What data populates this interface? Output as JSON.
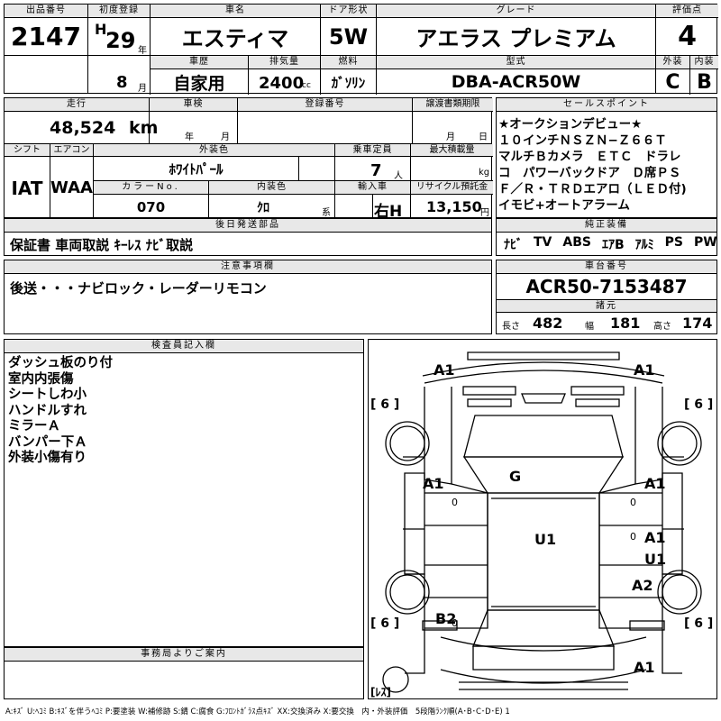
{
  "header": {
    "lot_label": "出品番号",
    "lot": "2147",
    "first_reg_label": "初度登録",
    "era": "H",
    "year": "29",
    "year_unit": "年",
    "month": "8",
    "month_unit": "月",
    "name_label": "車名",
    "name": "エスティマ",
    "door_label": "ドア形状",
    "door": "5W",
    "grade_label": "グレード",
    "grade": "アエラス プレミアム",
    "score_label": "評価点",
    "score": "4",
    "history_label": "車歴",
    "history": "自家用",
    "disp_label": "排気量",
    "disp": "2400",
    "disp_unit": "cc",
    "fuel_label": "燃料",
    "fuel": "ｶﾞｿﾘﾝ",
    "model_label": "型式",
    "model": "DBA-ACR50W",
    "ext_label": "外装",
    "int_label": "内装",
    "ext_grade": "C",
    "int_grade": "B"
  },
  "row2": {
    "mileage_label": "走行",
    "mileage": "48,524",
    "mileage_unit": "km",
    "inspect_label": "車検",
    "inspect_year": "年",
    "inspect_month": "月",
    "regno_label": "登録番号",
    "transfer_label": "譲渡書類期限",
    "transfer_month": "月",
    "transfer_day": "日",
    "shift_label": "シフト",
    "shift": "IAT",
    "ac_label": "エアコン",
    "ac": "WAA",
    "color_label": "外装色",
    "color": "ﾎﾜｲﾄﾊﾟｰﾙ",
    "seats_label": "乗車定員",
    "seats": "7",
    "seats_unit": "人",
    "load_label": "最大積載量",
    "load_unit": "kg",
    "colorno_label": "カラーNo.",
    "colorno": "070",
    "intcolor_label": "内装色",
    "intcolor": "ｸﾛ",
    "intcolor_unit": "系",
    "import_label": "輸入車",
    "steering": "右H",
    "recycle_label": "リサイクル預託金",
    "recycle": "13,150",
    "recycle_unit": "円"
  },
  "sales": {
    "label": "セールスポイント",
    "lines": [
      "★オークションデビュー★",
      "１０インチＮＳＺＮ−Ｚ６６Ｔ",
      "マルチＢカメラ　ＥＴＣ　ドラレ",
      "コ　パワーバックドア　Ｄ席ＰＳ",
      "Ｆ／Ｒ・ＴＲＤエアロ（ＬＥＤ付)",
      "イモビ+オートアラーム"
    ]
  },
  "equip": {
    "label": "純正装備",
    "items": [
      "ﾅﾋﾞ",
      "TV",
      "ABS",
      "ｴｱB",
      "ｱﾙﾐ",
      "PS",
      "PW"
    ]
  },
  "parts": {
    "label": "後日発送部品",
    "text": "保証書 車両取説 ｷｰﾚｽ ﾅﾋﾞ取説"
  },
  "notes": {
    "label": "注意事項欄",
    "text": "後送・・・ナビロック・レーダーリモコン"
  },
  "chassis": {
    "label": "車台番号",
    "number": "ACR50-7153487",
    "spec_label": "諸元",
    "len_label": "長さ",
    "len": "482",
    "wid_label": "幅",
    "wid": "181",
    "hgt_label": "高さ",
    "hgt": "174"
  },
  "inspector": {
    "label": "検査員記入欄",
    "lines": [
      "ダッシュ板のり付",
      "室内内張傷",
      "シートしわ小",
      "ハンドルすれ",
      "ミラーＡ",
      "バンパー下Ａ",
      "外装小傷有り"
    ]
  },
  "diagram": {
    "marks": {
      "a1_tl": "A1",
      "a1_tr": "A1",
      "g": "G",
      "a1_ml": "A1",
      "a1_mr": "A1",
      "u1_c": "U1",
      "a1_r2": "A1",
      "u1_r": "U1",
      "a2_r": "A2",
      "b2_l": "B2",
      "a1_bot": "A1"
    },
    "tires": {
      "fl": "[ 6 ]",
      "fr": "[ 6 ]",
      "rl": "[ 6 ]",
      "rr": "[ 6 ]",
      "spare": "[ﾚｽ]"
    },
    "zeros": {
      "l1": "0",
      "r1": "0",
      "l2": "0",
      "r2": "0"
    }
  },
  "office": {
    "label": "事務局よりご案内"
  },
  "legend": "A:ｷｽﾞ U:ﾍｺﾐ B:ｷｽﾞを伴うﾍｺﾐ P:要塗装 W:補修跡 S:錆 C:腐食 G:ﾌﾛﾝﾄｶﾞﾗｽ点ｷｽﾞ XX:交換済み X:要交換　内・外装評価　5段階ﾗﾝｸ順(A･B･C･D･E) 1"
}
